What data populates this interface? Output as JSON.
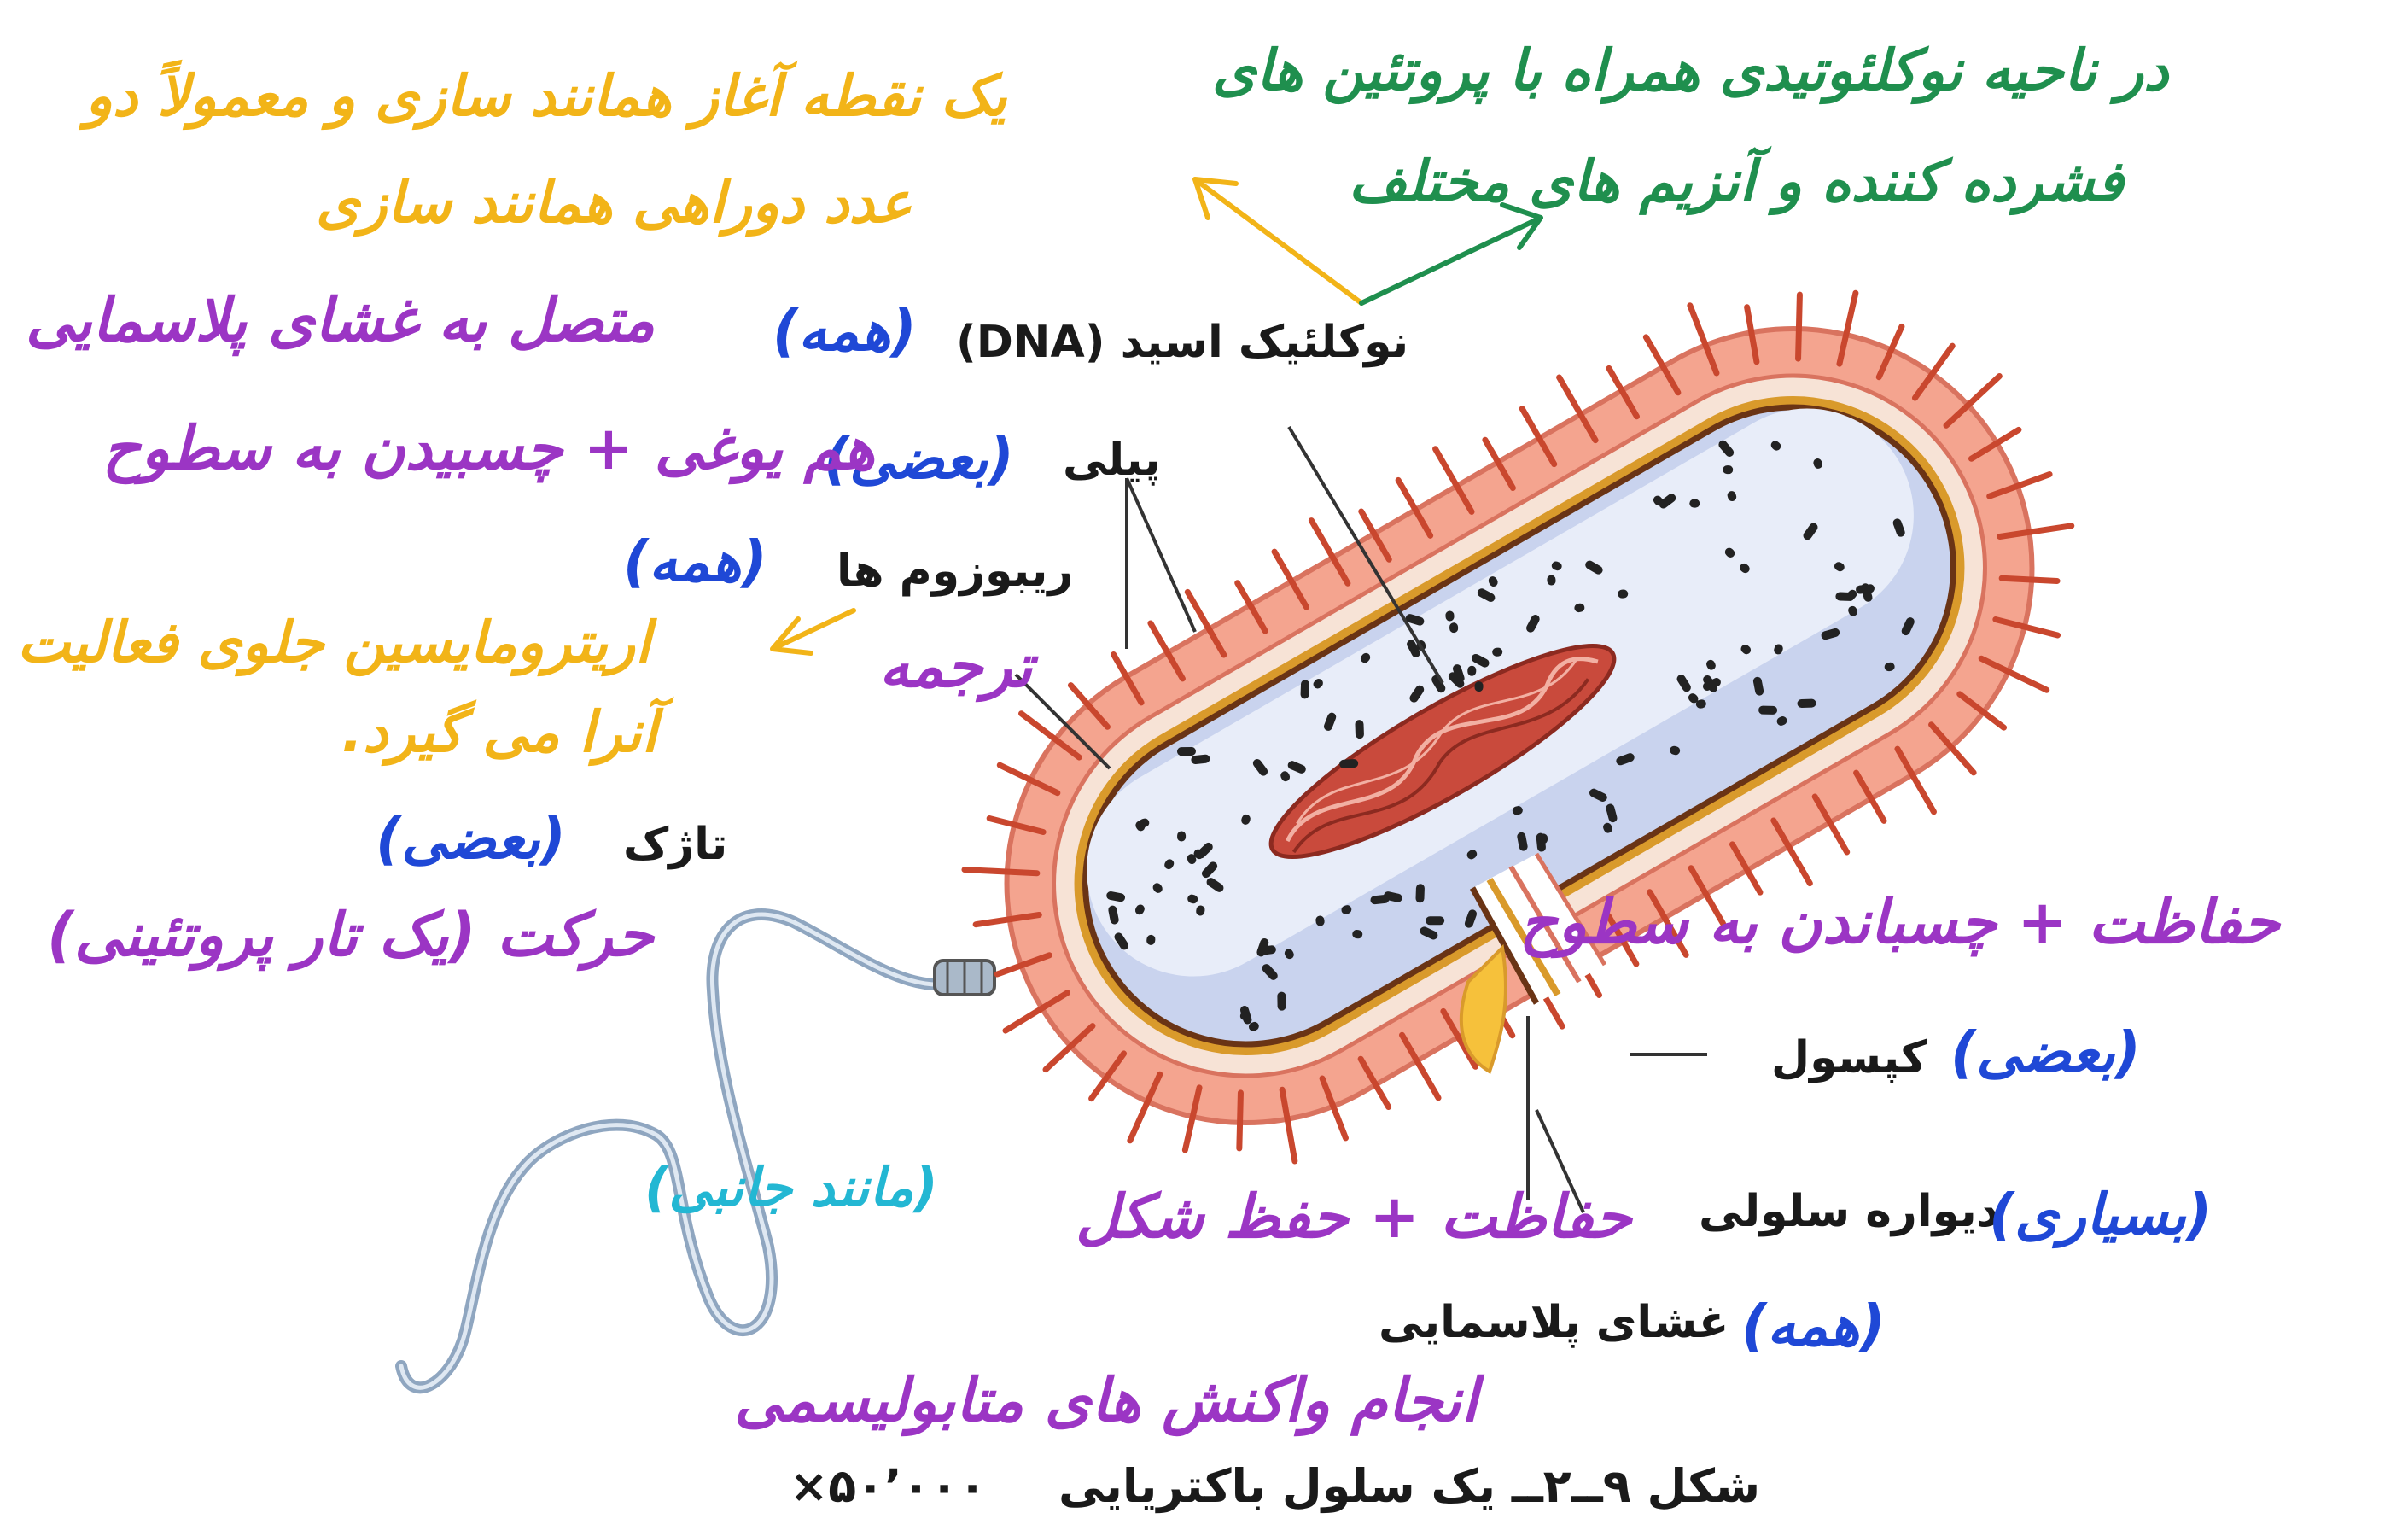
{
  "colors": {
    "capsule": "#f4a48f",
    "capsule_edge": "#d9735f",
    "pili": "#c9472e",
    "cell_wall": "#f7e3d6",
    "membrane": "#6a3415",
    "membrane_gold": "#d99a2b",
    "cytoplasm": "#c9d3ee",
    "cytoplasm_light": "#e8edf9",
    "ribosome": "#222222",
    "dna": "#c94a3c",
    "flagellum": "#8fa6c0",
    "leader": "#333333",
    "note_orange": "#f2b418",
    "note_green": "#1f8f4e",
    "note_purple": "#9b35c4",
    "note_blue": "#1f48d6",
    "note_cyan": "#23b7d3"
  },
  "labels": {
    "dna": "نوکلئیک اسید (DNA)",
    "pili": "پیلی",
    "ribosomes": "ریبوزوم ها",
    "flagellum": "تاژک",
    "capsule": "کپسول",
    "cell_wall": "دیواره سلولی",
    "plasma_membrane": "غشای پلاسمایی"
  },
  "caption": {
    "title": "شکل ۹ــ۲ــ یک سلول باکتریایی",
    "magnification": "×۵۰٬۰۰۰"
  },
  "notes": {
    "replication_line1": "یک نقطه آغاز همانند سازی و معمولاً دو",
    "replication_line2": "عدد دوراهی همانند سازی",
    "dna_line1": "در ناحیه نوکلئوتیدی همراه با پروتئین های",
    "dna_line2": "فشرده کننده و آنزیم های مختلف",
    "dna_attached": "متصل به غشای پلاسمایی",
    "dna_all": "(همه)",
    "pili_some": "(بعضی)",
    "pili_function": "هم یوغی + چسبیدن به سطوح",
    "ribosomes_all": "(همه)",
    "erythromycin_line1": "اریترومایسین جلوی فعالیت",
    "erythromycin_line2": "آنرا می گیرد.",
    "translation": "ترجمه",
    "flagellum_some": "(بعضی)",
    "flagellum_function": "حرکت (یک تار پروتئینی)",
    "capsule_function": "حفاظت + چسباندن به سطوح",
    "capsule_some": "(بعضی)",
    "wall_most": "(بسیاری)",
    "wall_function": "حفاظت + حفظ شکل",
    "wall_cyan": "(مانند جانبی)",
    "membrane_all": "(همه)",
    "membrane_function": "انجام واکنش های متابولیسمی"
  }
}
